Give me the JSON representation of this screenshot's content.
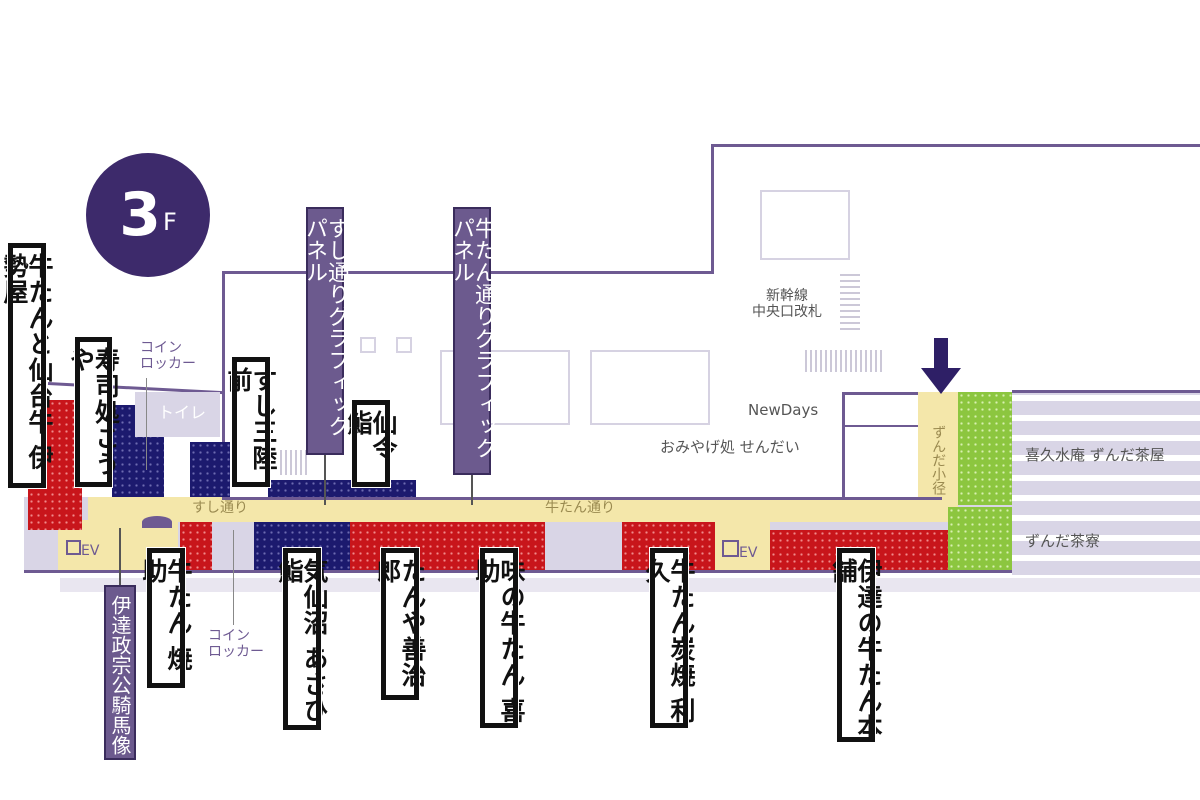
{
  "floor": {
    "number": "3",
    "suffix": "F"
  },
  "colors": {
    "brand_purple": "#3d2a6b",
    "sushi_shop": "#1c1a6e",
    "gyutan_shop": "#c8151b",
    "zunda_shop": "#8cc63f",
    "corridor": "#f4e7aa"
  },
  "streets": {
    "sushi": "すし通り",
    "gyutan": "牛たん通り",
    "zunda": "ずんだ小径"
  },
  "panels": {
    "sushi_panel": "すし通りグラフィックパネル",
    "gyutan_panel": "牛たん通りグラフィックパネル",
    "statue": "伊達政宗公騎馬像"
  },
  "shops": {
    "iseya": "牛たんと仙台牛 伊勢屋",
    "kouya": "寿司処こうや",
    "sanriku": "すし三陸前",
    "senrei": "仙令鮨",
    "yakisuke": "牛たん 焼助",
    "asahi": "気仙沼 あさひ鮨",
    "zenjiro": "たんや善治郎",
    "kisuke": "味の牛たん 喜助",
    "rikyu": "牛たん炭焼 利久",
    "honpo": "伊達の牛たん本舗",
    "newdays": "NewDays",
    "omiyage": "おみやげ処 せんだい",
    "kikusuian": "喜久水庵 ずんだ茶屋",
    "saryo": "ずんだ茶寮"
  },
  "facilities": {
    "locker1_line1": "コイン",
    "locker1_line2": "ロッカー",
    "locker2_line1": "コイン",
    "locker2_line2": "ロッカー",
    "toilet": "トイレ",
    "ev1": "EV",
    "ev2": "EV",
    "gate_line1": "新幹線",
    "gate_line2": "中央口改札"
  },
  "icons": {
    "entrance": "arrow-down-icon"
  }
}
